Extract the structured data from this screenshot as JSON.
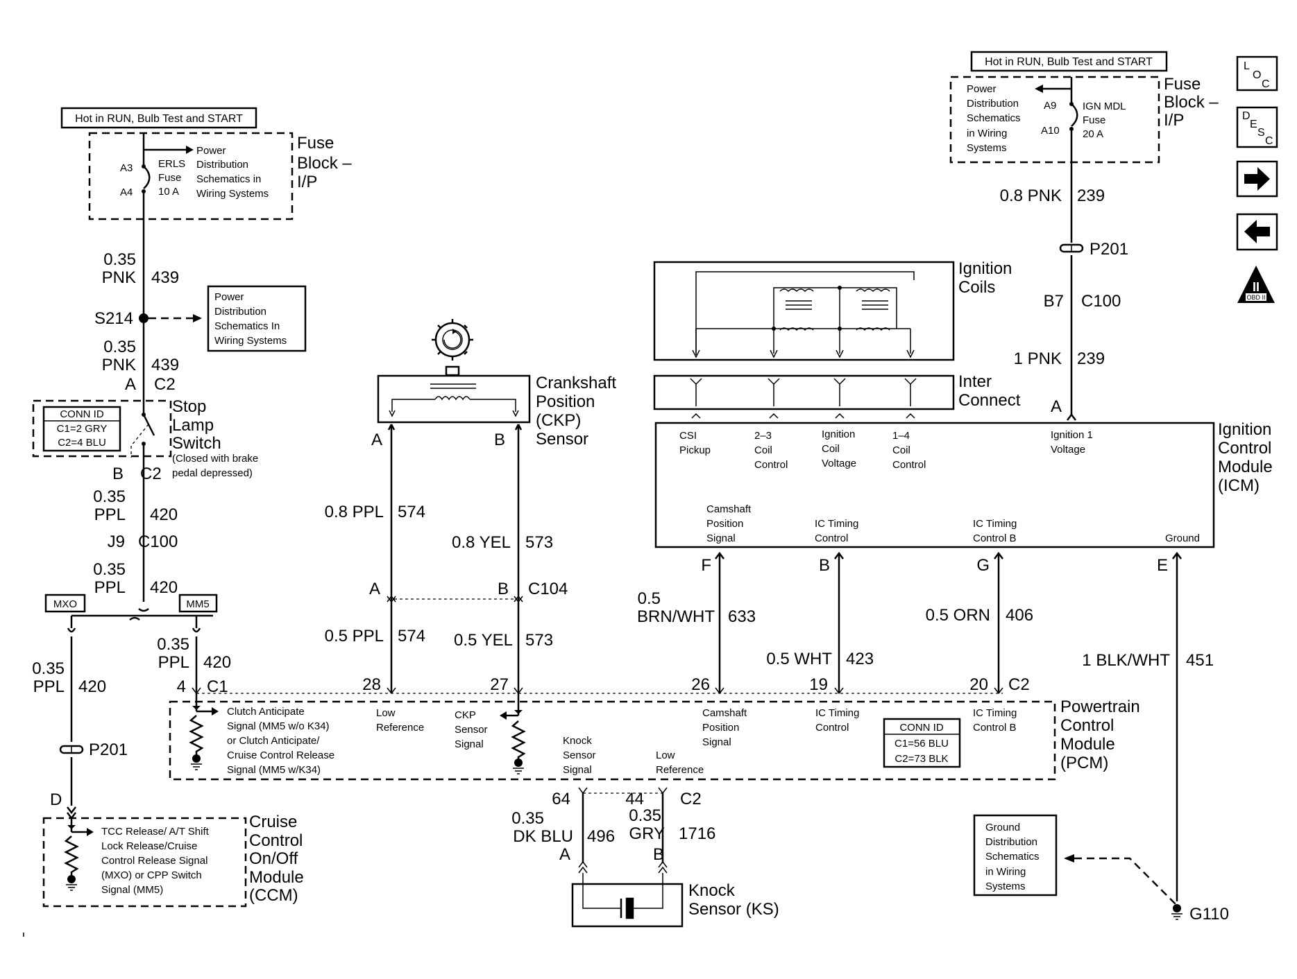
{
  "nav": {
    "loc": {
      "l": "L",
      "o": "O",
      "c": "C"
    },
    "desc": {
      "d": "D",
      "e": "E",
      "s": "S",
      "c": "C"
    },
    "obd_numeral": "II",
    "obd_text": "OBD II"
  },
  "left": {
    "hot_label": "Hot in RUN, Bulb Test and START",
    "fuse_block": [
      "Fuse",
      "Block –",
      "I/P"
    ],
    "fuse_pins": [
      "A3",
      "A4"
    ],
    "fuse_name": [
      "ERLS",
      "Fuse",
      "10 A"
    ],
    "power_dist": [
      "Power",
      "Distribution",
      "Schematics in",
      "Wiring Systems"
    ],
    "wire1": {
      "gauge": "0.35",
      "color": "PNK",
      "circuit": "439"
    },
    "splice": "S214",
    "splice_ref": [
      "Power",
      "Distribution",
      "Schematics In",
      "Wiring Systems"
    ],
    "wire2": {
      "gauge": "0.35",
      "color": "PNK",
      "circuit": "439"
    },
    "switch_pin_top": "A",
    "switch_conn_top": "C2",
    "conn_id_title": "CONN ID",
    "conn_id": [
      "C1=2 GRY",
      "C2=4 BLU"
    ],
    "switch_name": [
      "Stop",
      "Lamp",
      "Switch"
    ],
    "switch_note": [
      "(Closed with brake",
      "pedal depressed)"
    ],
    "switch_pin_bottom": "B",
    "switch_conn_bottom": "C2",
    "wire3": {
      "gauge": "0.35",
      "color": "PPL",
      "circuit": "420"
    },
    "c100_pin": "J9",
    "c100": "C100",
    "wire4": {
      "gauge": "0.35",
      "color": "PPL",
      "circuit": "420"
    },
    "opt_mxo": "MXO",
    "opt_mm5": "MM5",
    "wire5": {
      "gauge": "0.35",
      "color": "PPL",
      "circuit": "420"
    },
    "pcm_pin": "4",
    "pcm_conn": "C1",
    "wire6": {
      "gauge": "0.35",
      "color": "PPL",
      "circuit": "420"
    },
    "p201": "P201",
    "ccm_pin": "D",
    "ccm_name": [
      "Cruise",
      "Control",
      "On/Off",
      "Module",
      "(CCM)"
    ],
    "ccm_signal": [
      "TCC Release/ A/T Shift",
      "Lock Release/Cruise",
      "Control Release Signal",
      "(MXO) or CPP Switch",
      "Signal (MM5)"
    ]
  },
  "ckp": {
    "name": [
      "Crankshaft",
      "Position",
      "(CKP)",
      "Sensor"
    ],
    "pin_a": "A",
    "pin_b": "B",
    "wire_a1": {
      "label": "0.8 PPL",
      "circuit": "574"
    },
    "wire_b1": {
      "label": "0.8 YEL",
      "circuit": "573"
    },
    "c104_a": "A",
    "c104_b": "B",
    "c104": "C104",
    "wire_a2": {
      "label": "0.5 PPL",
      "circuit": "574"
    },
    "wire_b2": {
      "label": "0.5 YEL",
      "circuit": "573"
    },
    "pcm_pin_a": "28",
    "pcm_pin_b": "27"
  },
  "pcm": {
    "name": [
      "Powertrain",
      "Control",
      "Module",
      "(PCM)"
    ],
    "clutch_signal": [
      "Clutch Anticipate",
      "Signal (MM5 w/o K34)",
      "or Clutch Anticipate/",
      "Cruise Control Release",
      "Signal (MM5 w/K34)"
    ],
    "low_ref": [
      "Low",
      "Reference"
    ],
    "ckp_signal": [
      "CKP",
      "Sensor",
      "Signal"
    ],
    "knock_signal": [
      "Knock",
      "Sensor",
      "Signal"
    ],
    "low_ref2": [
      "Low",
      "Reference"
    ],
    "cam_signal": [
      "Camshaft",
      "Position",
      "Signal"
    ],
    "ic_timing": [
      "IC Timing",
      "Control"
    ],
    "ic_timing_b": [
      "IC Timing",
      "Control B"
    ],
    "conn_id_title": "CONN ID",
    "conn_id": [
      "C1=56 BLU",
      "C2=73 BLK"
    ],
    "pin_26": "26",
    "pin_19": "19",
    "pin_20": "20",
    "pin_c2": "C2"
  },
  "knock": {
    "pin_64": "64",
    "pin_44": "44",
    "conn": "C2",
    "wire_a": {
      "gauge": "0.35",
      "color": "DK BLU",
      "circuit": "496"
    },
    "wire_b": {
      "gauge": "0.35",
      "color": "GRY",
      "circuit": "1716"
    },
    "pin_a": "A",
    "pin_b": "B",
    "name": [
      "Knock",
      "Sensor (KS)"
    ]
  },
  "right": {
    "hot_label": "Hot in RUN, Bulb Test and START",
    "power_dist": [
      "Power",
      "Distribution",
      "Schematics",
      "in Wiring",
      "Systems"
    ],
    "fuse_pins": [
      "A9",
      "A10"
    ],
    "fuse_name": [
      "IGN MDL",
      "Fuse",
      "20 A"
    ],
    "fuse_block": [
      "Fuse",
      "Block –",
      "I/P"
    ],
    "wire1": {
      "label": "0.8 PNK",
      "circuit": "239"
    },
    "p201": "P201",
    "c100_pin": "B7",
    "c100": "C100",
    "wire2": {
      "label": "1 PNK",
      "circuit": "239"
    },
    "icm_pin_a": "A"
  },
  "icm": {
    "coils": [
      "Ignition",
      "Coils"
    ],
    "interconnect": [
      "Inter",
      "Connect"
    ],
    "name": [
      "Ignition",
      "Control",
      "Module",
      "(ICM)"
    ],
    "csi": [
      "CSI",
      "Pickup"
    ],
    "coil23": [
      "2–3",
      "Coil",
      "Control"
    ],
    "ign_volt": [
      "Ignition",
      "Coil",
      "Voltage"
    ],
    "coil14": [
      "1–4",
      "Coil",
      "Control"
    ],
    "ign1": [
      "Ignition 1",
      "Voltage"
    ],
    "cam": [
      "Camshaft",
      "Position",
      "Signal"
    ],
    "ic": [
      "IC Timing",
      "Control"
    ],
    "icb": [
      "IC Timing",
      "Control B"
    ],
    "ground": "Ground",
    "pin_f": "F",
    "pin_b": "B",
    "pin_g": "G",
    "pin_e": "E",
    "wire_f": {
      "gauge": "0.5",
      "color": "BRN/WHT",
      "circuit": "633"
    },
    "wire_b": {
      "label": "0.5 WHT",
      "circuit": "423"
    },
    "wire_g": {
      "label": "0.5 ORN",
      "circuit": "406"
    },
    "wire_e": {
      "label": "1 BLK/WHT",
      "circuit": "451"
    }
  },
  "ground": {
    "ref": [
      "Ground",
      "Distribution",
      "Schematics",
      "in Wiring",
      "Systems"
    ],
    "name": "G110"
  }
}
